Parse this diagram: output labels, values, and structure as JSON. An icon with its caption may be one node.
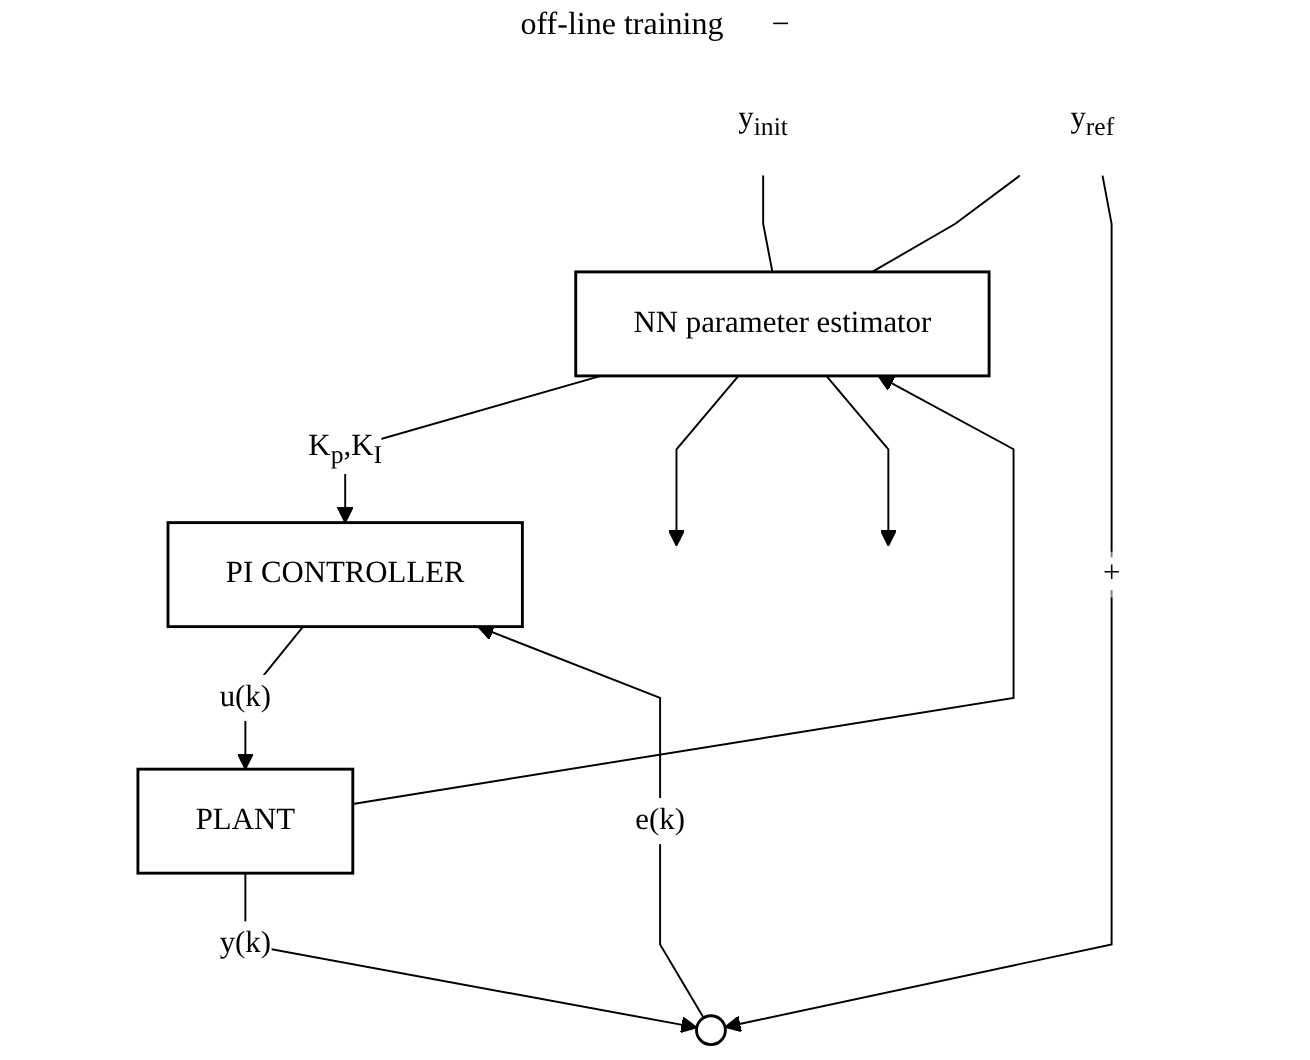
{
  "diagram": {
    "nodes": [
      {
        "text": [
          "NN parameter estimator"
        ]
      },
      {
        "text": [
          "PI CONTROLLER"
        ]
      },
      {
        "text": [],
        "shape": "circle"
      },
      {
        "text": [
          "PLANT"
        ]
      },
      {
        "text": [
          "y$_{init}$"
        ]
      },
      {
        "text": [
          "y$_{ref}$"
        ]
      }
    ],
    "edges": [
      {
        "from": 4,
        "to": 0,
        "arrow": "none"
      },
      {
        "from": 5,
        "to": 0,
        "arrow": "none"
      },
      {
        "from": 5,
        "to": 2,
        "arrow": "to",
        "label": "+"
      },
      {
        "from": 3,
        "to": 0,
        "arrow": "to"
      },
      {
        "from": 3,
        "to": 2,
        "arrow": "to",
        "label": "y(k)"
      },
      {
        "from": 0,
        "to": 1,
        "arrow": "to",
        "label": "K$_{p}$,K$_{I}$"
      },
      {
        "from": 2,
        "to": 1,
        "arrow": "to",
        "label": "e(k)"
      },
      {
        "from": 1,
        "to": 3,
        "arrow": "to",
        "label": "u(k)"
      },
      {
        "from": 0,
        "to": null,
        "arrow": "to"
      },
      {
        "from": 0,
        "to": null,
        "arrow": "to"
      }
    ],
    "labels": [
      "off-line training",
      "−"
    ]
  }
}
